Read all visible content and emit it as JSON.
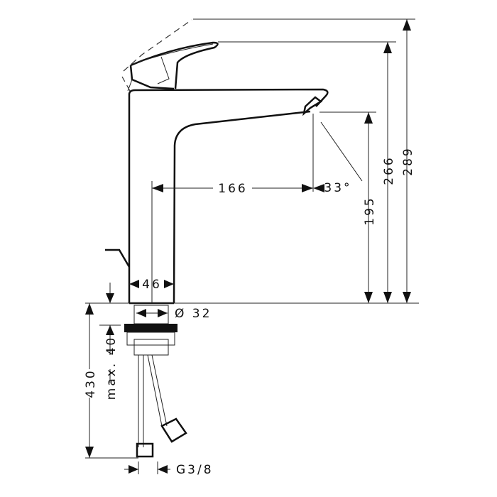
{
  "dimensions": {
    "total_height": "289",
    "handle_height": "266",
    "spout_height": "195",
    "spout_reach": "166",
    "spout_angle": "33°",
    "body_width": "46",
    "thread_diameter": "Ø 32",
    "max_thickness": "max. 40",
    "hose_length": "430",
    "connection": "G3/8"
  }
}
